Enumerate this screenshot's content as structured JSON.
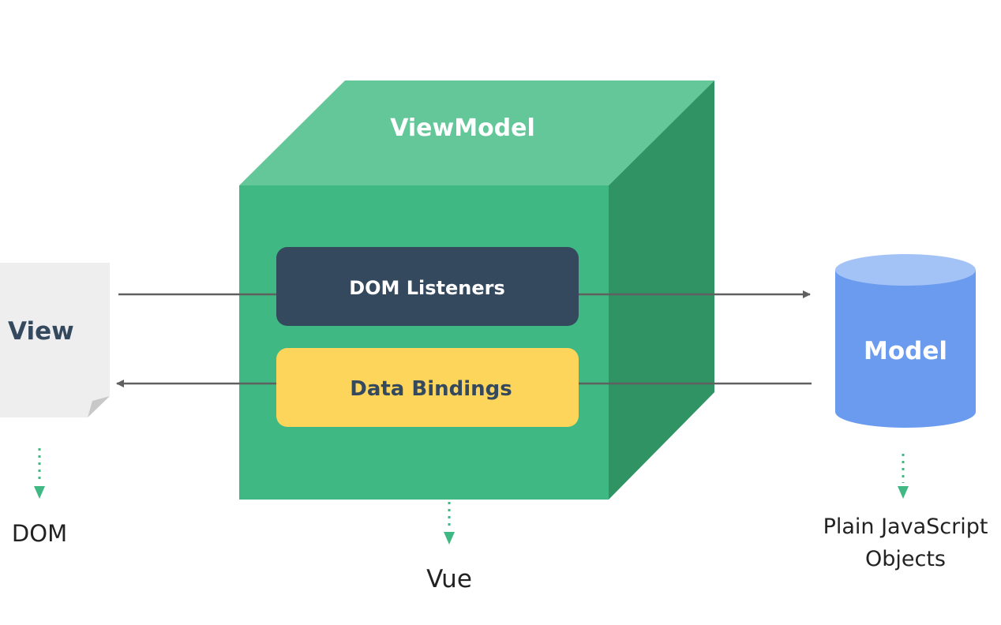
{
  "cube": {
    "title": "ViewModel",
    "caption": "Vue",
    "top_color": "#64c799",
    "front_color": "#3fb883",
    "side_color": "#2f9363"
  },
  "dom_listeners": {
    "label": "DOM Listeners",
    "color": "#34495e"
  },
  "data_bindings": {
    "label": "Data Bindings",
    "color": "#fcd55a"
  },
  "view": {
    "label": "View",
    "caption": "DOM",
    "color": "#eeeeee"
  },
  "model": {
    "label": "Model",
    "caption_line1": "Plain JavaScript",
    "caption_line2": "Objects",
    "body_color": "#6b9bee",
    "top_color": "#a3c3f7"
  },
  "colors": {
    "arrow": "#606060",
    "dotted_arrow": "#3fb883",
    "text_dark": "#34495e",
    "caption": "#222222"
  }
}
